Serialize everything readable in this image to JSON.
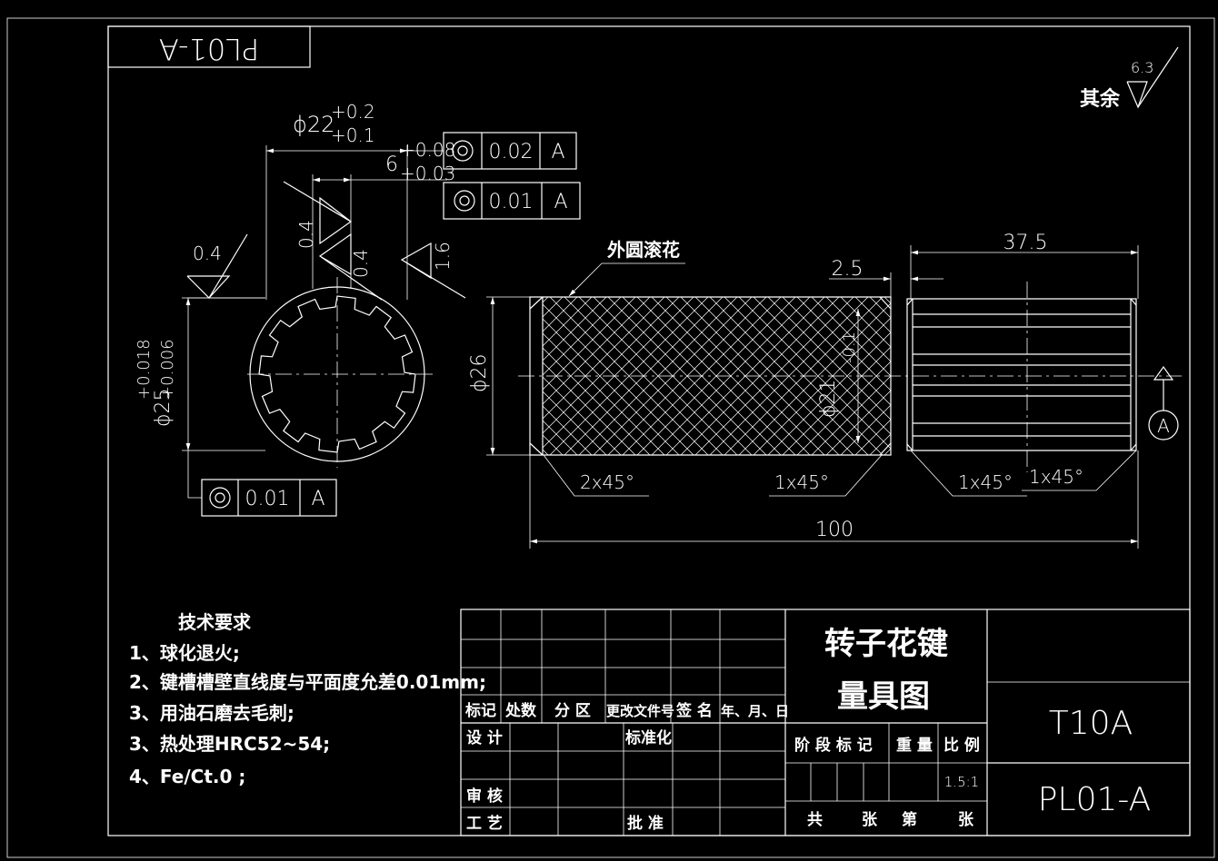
{
  "drawing_code_rotated": "PL01-A",
  "roughness_other": {
    "label": "其余",
    "value": "6.3"
  },
  "dims": {
    "phi22": "ϕ22",
    "phi22_upper": "+0.2",
    "phi22_lower": "+0.1",
    "key6": "6",
    "key6_upper": "+0.08",
    "key6_lower": "+0.03",
    "phi25": "ϕ25",
    "phi25_upper": "+0.018",
    "phi25_lower": "+0.006",
    "phi26": "ϕ26",
    "phi21": "ϕ21",
    "phi21_tol": "-0.1",
    "len375": "37.5",
    "len25": "2.5",
    "len100": "100",
    "ch1": "2x45°",
    "ch2": "1x45°",
    "ch3": "1x45°",
    "ch4": "1x45°"
  },
  "roughness": {
    "r1": "0.4",
    "r2": "0.4",
    "r3": "0.4",
    "r4": "1.6"
  },
  "tolerance_frames": [
    {
      "value": "0.02",
      "datum": "A"
    },
    {
      "value": "0.01",
      "datum": "A"
    },
    {
      "value": "0.01",
      "datum": "A"
    }
  ],
  "datum_label": "A",
  "knurl_note": "外圆滚花",
  "tech_requirements": {
    "title": "技术要求",
    "items": [
      "1、球化退火;",
      "2、键槽槽壁直线度与平面度允差0.01mm;",
      "3、用油石磨去毛刺;",
      "3、热处理HRC52~54;",
      "4、Fe/Ct.0 ;"
    ]
  },
  "title_block": {
    "name_line1": "转子花键",
    "name_line2": "量具图",
    "material": "T10A",
    "code": "PL01-A",
    "rev_headers": [
      "标记",
      "处数",
      "分 区",
      "更改文件号",
      "签 名",
      "年、月、日"
    ],
    "design": "设 计",
    "standardize": "标准化",
    "review": "审 核",
    "process": "工 艺",
    "approve": "批 准",
    "stage_mark": "阶 段 标 记",
    "weight": "重 量",
    "scale": "比 例",
    "scale_value": "1.5:1",
    "sheets_total": "共",
    "sheets_unit": "张",
    "sheet_no": "第",
    "sheet_unit2": "张"
  }
}
